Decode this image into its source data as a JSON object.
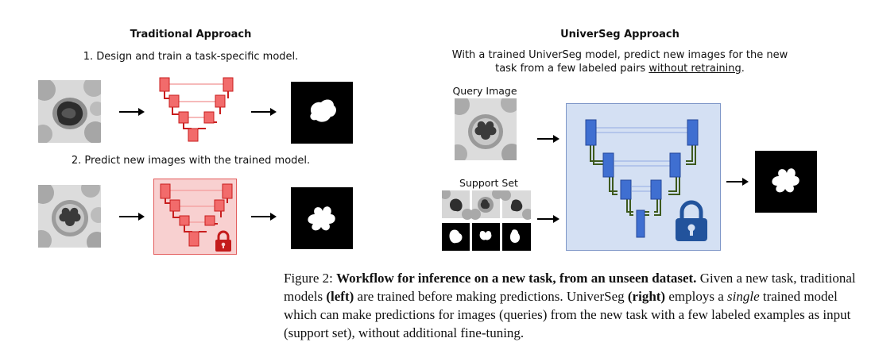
{
  "traditional": {
    "title": "Traditional Approach",
    "step1": "1. Design and train a task-specific model.",
    "step2": "2. Predict new images with the trained model."
  },
  "universeg": {
    "title": "UniverSeg Approach",
    "desc_line1": "With a trained UniverSeg model, predict new images for the new",
    "desc_line2_prefix": "task from a few labeled pairs ",
    "desc_line2_underlined": "without retraining",
    "desc_line2_suffix": ".",
    "query_label": "Query Image",
    "support_label": "Support Set"
  },
  "caption": {
    "fig_label": "Figure 2: ",
    "bold": "Workflow for inference on a new task, from an unseen dataset.",
    "t1": " Given a new task, traditional models ",
    "left": "(left)",
    "t2": " are trained before making predictions. UniverSeg ",
    "right": "(right)",
    "t3": " employs a ",
    "italic": "single",
    "t4": " trained model which can make predictions for images (queries) from the new task with a few labeled examples as input (support set), without additional fine-tuning."
  },
  "colors": {
    "trad_block": "#f26b6b",
    "trad_line": "#c81e1e",
    "trad_bg": "#f8d0d0",
    "useg_bg": "#d4e0f3",
    "useg_block": "#3f6fd1",
    "useg_line": "#3e5a1e",
    "lock_trad": "#c41b1b",
    "lock_useg": "#22539c"
  },
  "icons": [
    "right-arrow-icon",
    "lock-icon",
    "cell-image",
    "mask-image"
  ]
}
